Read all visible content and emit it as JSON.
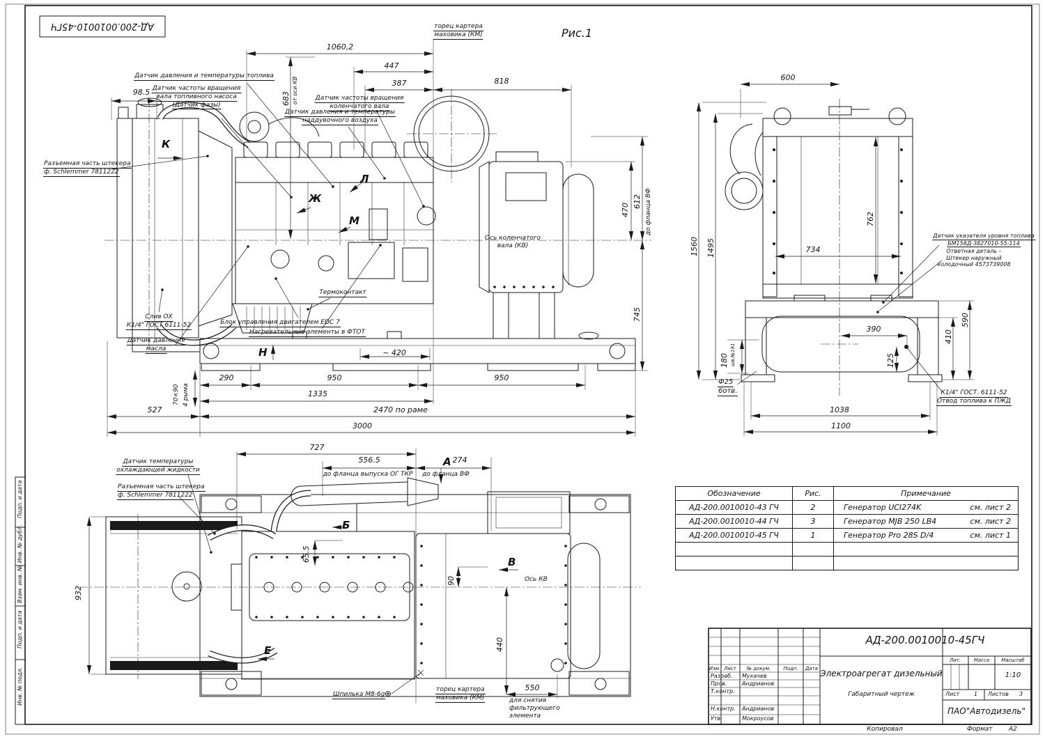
{
  "sheet": {
    "stamp_top_left": "АД-200.0010010-45ГЧ",
    "figure": "Рис.1",
    "footer": {
      "copied": "Копировал",
      "format_label": "Формат",
      "format_value": "А2"
    }
  },
  "margin": {
    "s1": "Подп. и дата",
    "s2": "Инв. № дубл.",
    "s3": "Взам. инв. №",
    "s4": "Подп. и дата",
    "s5": "Инв. № подл."
  },
  "side": {
    "d1060": "1060,2",
    "d447": "447",
    "d387": "387",
    "d818": "818",
    "d98": "98.5",
    "d683": "683",
    "q683": "от оси КВ",
    "d612": "612",
    "q612": "до фланца ВФ",
    "d470": "470",
    "d745": "745",
    "d420": "~ 420",
    "d290": "290",
    "d950a": "950",
    "d950b": "950",
    "d1335": "1335",
    "d2470": "2470 по раме",
    "d527": "527",
    "d3000": "3000",
    "d7090": "70×90",
    "q7090": "4 рыма",
    "n_km1": "торец картера",
    "n_km2": "маховика (КМ)",
    "n_fuel": "Датчик давления и температуры топлива",
    "n_phase1": "Датчик частоты вращения",
    "n_phase2": "вала топливного насоса",
    "n_phase3": "(Датчик фазы)",
    "n_crank1": "Датчик частоты вращения",
    "n_crank2": "коленчатого вала",
    "n_boost1": "Датчик давления и температуры",
    "n_boost2": "наддувочного воздуха",
    "n_plug1": "Разъемная часть штекера",
    "n_plug2": "ф. Schlemmer 7811222",
    "n_drain1": "Слив ОХ",
    "n_drain2": "К1/4\" ГОСТ 6111-52",
    "n_oil1": "Датчик давления",
    "n_oil2": "масла",
    "n_ecu": "Блок управления двигателем EDC 7",
    "n_heat": "Нагревательные элементы в ФТОТ",
    "n_thermo": "Термоконтакт",
    "n_axis1": "Ось коленчатого",
    "n_axis2": "вала (КВ)",
    "lK": "К",
    "lZh": "Ж",
    "lL": "Л",
    "lM": "М",
    "lH": "Н"
  },
  "front": {
    "d600": "600",
    "d1560": "1560",
    "d1495": "1495",
    "d762": "762",
    "d734": "734",
    "d590": "590",
    "d410": "410",
    "d390": "390",
    "d125": "125",
    "d180": "180",
    "q180": "шв.№181",
    "d1038": "1038",
    "d1100": "1100",
    "n_f25a": "Ф25",
    "n_f25b": "6отв.",
    "n_lvl1": "Датчик указателя уровня топлива",
    "n_lvl2": "БМ158Д-3827010-55-114",
    "n_resp1": "Ответная деталь –",
    "n_resp2": "Штекер наружный",
    "n_resp3": "колодочный 4573739008",
    "n_pzd1": "К1/4\" ГОСТ. 6111-52",
    "n_pzd2": "Отвод топлива к ПЖД"
  },
  "plan": {
    "d727": "727",
    "d556": "556.5",
    "q556": "до фланца выпуска ОГ ТКР",
    "d274": "274",
    "q274": "до фланца ВФ",
    "d932": "932",
    "d65": "65.5",
    "d90": "90",
    "d440": "440",
    "d550": "550",
    "n_cool1": "Датчик температуры",
    "n_cool2": "охлаждающей жидкости",
    "n_plug1": "Разъемная часть штекера",
    "n_plug2": "ф. Schlemmer 7811222",
    "n_axis": "Ось КВ",
    "n_stud": "Шпилька М8-6g",
    "stud_sym": "⊕",
    "n_km1": "торец картера",
    "n_km2": "маховика (КМ)",
    "n_filt1": "для снятия",
    "n_filt2": "фильтрующего",
    "n_filt3": "элемента",
    "lA": "А",
    "lB": "Б",
    "lV": "В",
    "lE": "Е"
  },
  "table": {
    "h_design": "Обозначение",
    "h_fig": "Рис.",
    "h_note": "Примечание",
    "rows": [
      {
        "d": "АД-200.0010010-43 ГЧ",
        "f": "2",
        "n": "Генератор UCI274K",
        "s": "см. лист 2"
      },
      {
        "d": "АД-200.0010010-44 ГЧ",
        "f": "3",
        "n": "Генератор MJB 250 LB4",
        "s": "см. лист 2"
      },
      {
        "d": "АД-200.0010010-45 ГЧ",
        "f": "1",
        "n": "Генератор Pro 28S D/4",
        "s": "см. лист 1"
      }
    ]
  },
  "tb": {
    "doc": "АД-200.0010010-45ГЧ",
    "title": "Электроагрегат дизельный",
    "subtitle": "Габаритный чертеж",
    "lit": "Лит.",
    "mass": "Масса",
    "scale": "Масштаб",
    "scale_v": "1:10",
    "sheet": "Лист",
    "sheet_v": "1",
    "sheets": "Листов",
    "sheets_v": "3",
    "org": "ПАО\"Автодизель\"",
    "c_izm": "Изм.",
    "c_list": "Лист",
    "c_doc": "№ докум.",
    "c_sign": "Подп.",
    "c_date": "Дата",
    "r1": "Разраб.",
    "v1": "Мухачев",
    "r2": "Пров.",
    "v2": "Андрианов",
    "r3": "Т.контр.",
    "v3": "",
    "r4": "Н.контр.",
    "v4": "Андрианов",
    "r5": "Утв.",
    "v5": "Мокроусов"
  }
}
